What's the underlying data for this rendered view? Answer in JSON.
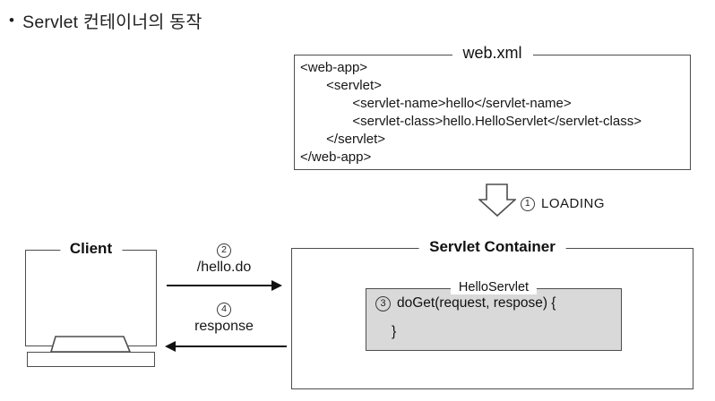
{
  "page": {
    "bullet": "•",
    "title": "Servlet 컨테이너의 동작"
  },
  "webxml": {
    "title": "web.xml",
    "lines": [
      "<web-app>",
      "       <servlet>",
      "              <servlet-name>hello</servlet-name>",
      "              <servlet-class>hello.HelloServlet</servlet-class>",
      "       </servlet>",
      "</web-app>"
    ]
  },
  "steps": {
    "loading": {
      "number": "1",
      "label": "LOADING"
    },
    "request": {
      "number": "2",
      "label": "/hello.do"
    },
    "doget": {
      "number": "3"
    },
    "response": {
      "number": "4",
      "label": "response"
    }
  },
  "client": {
    "title": "Client"
  },
  "container": {
    "title": "Servlet Container",
    "servlet_label": "HelloServlet",
    "doget_code": "doGet(request, respose) {",
    "closing_brace": "}"
  },
  "colors": {
    "line": "#4d4d4d",
    "arrow": "#111111",
    "gray_fill": "#d9d9d9",
    "text": "#1a1a1a"
  }
}
